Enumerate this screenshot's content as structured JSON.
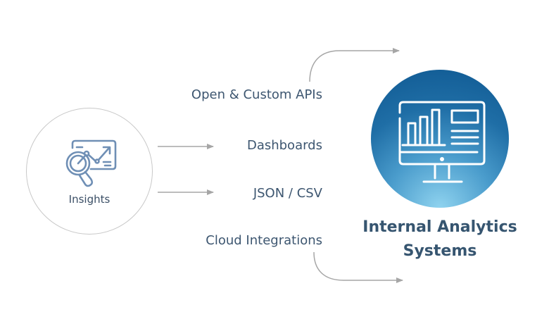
{
  "source": {
    "label": "Insights",
    "icon": "analytics-magnifier-icon"
  },
  "outputs": [
    {
      "label": "Open & Custom APIs"
    },
    {
      "label": "Dashboards"
    },
    {
      "label": "JSON / CSV"
    },
    {
      "label": "Cloud Integrations"
    }
  ],
  "target": {
    "title_line1": "Internal Analytics",
    "title_line2": "Systems",
    "icon": "monitor-chart-icon"
  },
  "colors": {
    "text": "#3d5670",
    "title": "#365570",
    "icon_stroke": "#6f8fb5",
    "arrow": "#a6a6a6",
    "circle_dark": "#0f5891",
    "circle_light": "#8fd3ef"
  }
}
